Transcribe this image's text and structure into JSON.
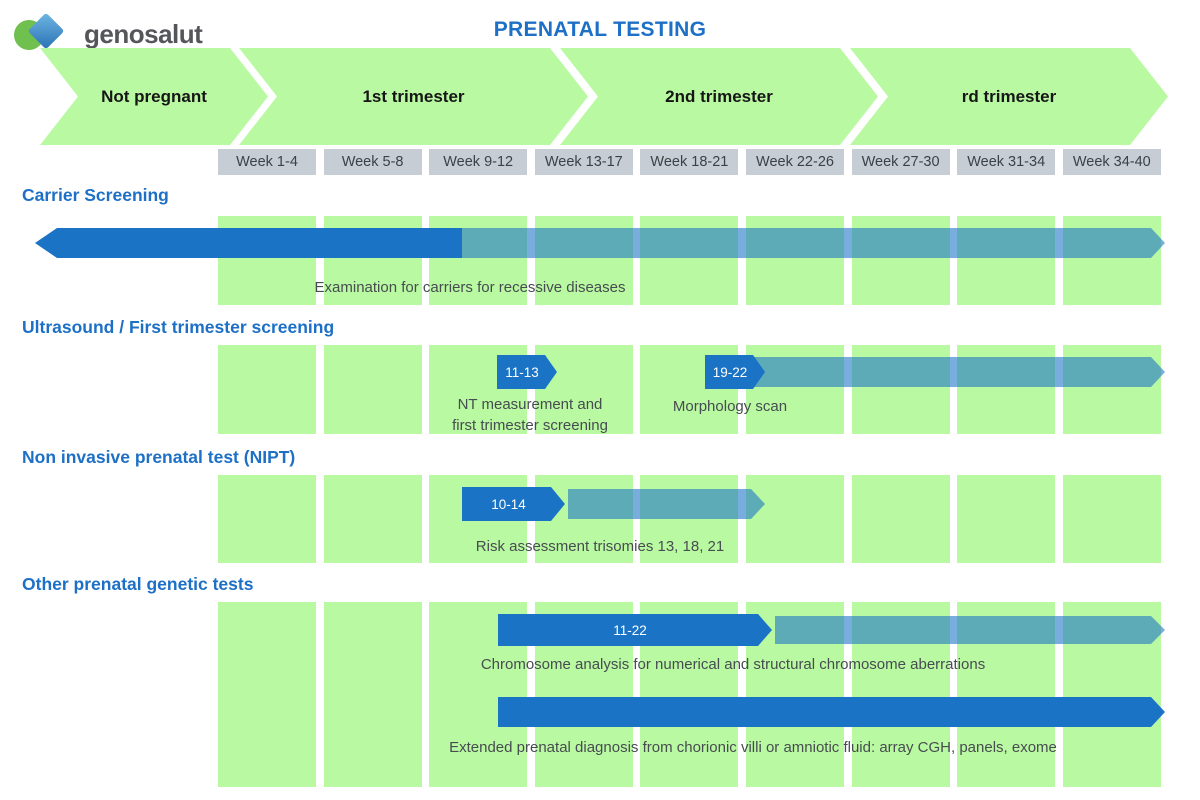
{
  "logo": {
    "brand": "genosalut"
  },
  "header": {
    "title": "PRENATAL TESTING"
  },
  "banner": {
    "phases": [
      {
        "label": "Not pregnant"
      },
      {
        "label": "1st trimester"
      },
      {
        "label": "2nd trimester"
      },
      {
        "label": "rd trimester"
      }
    ]
  },
  "timeline": {
    "week_labels": [
      "Week 1-4",
      "Week 5-8",
      "Week 9-12",
      "Week 13-17",
      "Week 18-21",
      "Week 22-26",
      "Week 27-30",
      "Week 31-34",
      "Week 34-40"
    ]
  },
  "sections": [
    {
      "title": "Carrier Screening",
      "caption": "Examination for carriers for recessive diseases"
    },
    {
      "title": "Ultrasound / First trimester screening",
      "arrow1_label": "11-13",
      "caption1_line1": "NT measurement and",
      "caption1_line2": "first trimester screening",
      "arrow2_label": "19-22",
      "caption2": "Morphology scan"
    },
    {
      "title": "Non invasive prenatal test (NIPT)",
      "arrow_label": "10-14",
      "caption": "Risk assessment trisomies 13, 18, 21"
    },
    {
      "title": "Other prenatal genetic tests",
      "arrow1_label": "11-22",
      "caption1": "Chromosome analysis for numerical and structural chromosome aberrations",
      "caption2": "Extended prenatal diagnosis from chorionic villi or amniotic fluid: array CGH, panels, exome"
    }
  ],
  "colors": {
    "primary_blue": "#1b73c5",
    "overlay_blue": "rgba(27,115,197,0.59)",
    "green": "#b9f9a1",
    "week_bg": "#c6cdd4",
    "heading_blue": "#1d70c6",
    "text_dark": "#474c51",
    "banner_text": "#161616",
    "logo_gray": "#55565a",
    "logo_green": "#6fc04e"
  }
}
